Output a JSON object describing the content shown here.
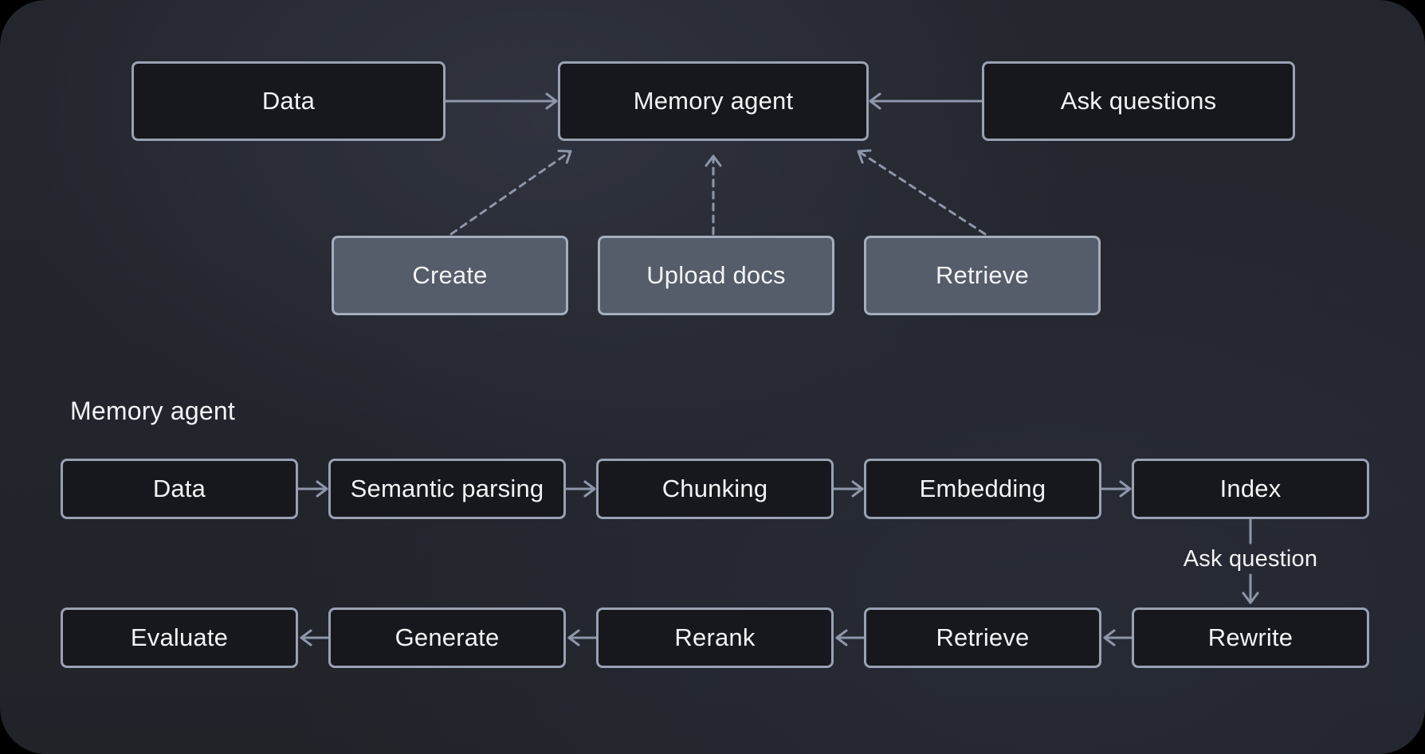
{
  "colors": {
    "page_background": "#000000",
    "canvas_base": "#23252d",
    "canvas_glow": "#3a3f4e",
    "node_fill": "#17181d",
    "node_border": "#99a1b2",
    "action_fill": "#555c6a",
    "action_border": "#a6adbc",
    "connector": "#8e96a8",
    "label_text": "#f2f3f5"
  },
  "overview": {
    "data_node": "Data",
    "memory_agent_node": "Memory agent",
    "ask_questions_node": "Ask questions",
    "actions": [
      "Create",
      "Upload docs",
      "Retrieve"
    ]
  },
  "pipeline": {
    "title": "Memory agent",
    "ingest_steps": [
      "Data",
      "Semantic parsing",
      "Chunking",
      "Embedding",
      "Index"
    ],
    "query_label": "Ask question",
    "answer_steps": [
      "Evaluate",
      "Generate",
      "Rerank",
      "Retrieve",
      "Rewrite"
    ]
  },
  "edges": [
    {
      "from": "Data",
      "to": "Memory agent",
      "style": "solid"
    },
    {
      "from": "Ask questions",
      "to": "Memory agent",
      "style": "solid"
    },
    {
      "from": "Create",
      "to": "Memory agent",
      "style": "dashed"
    },
    {
      "from": "Upload docs",
      "to": "Memory agent",
      "style": "dashed"
    },
    {
      "from": "Retrieve",
      "to": "Memory agent",
      "style": "dashed"
    },
    {
      "from": "Data",
      "to": "Semantic parsing",
      "style": "solid"
    },
    {
      "from": "Semantic parsing",
      "to": "Chunking",
      "style": "solid"
    },
    {
      "from": "Chunking",
      "to": "Embedding",
      "style": "solid"
    },
    {
      "from": "Embedding",
      "to": "Index",
      "style": "solid"
    },
    {
      "from": "Index",
      "to": "Rewrite",
      "style": "solid",
      "label": "Ask question"
    },
    {
      "from": "Rewrite",
      "to": "Retrieve",
      "style": "solid"
    },
    {
      "from": "Retrieve",
      "to": "Rerank",
      "style": "solid"
    },
    {
      "from": "Rerank",
      "to": "Generate",
      "style": "solid"
    },
    {
      "from": "Generate",
      "to": "Evaluate",
      "style": "solid"
    }
  ]
}
